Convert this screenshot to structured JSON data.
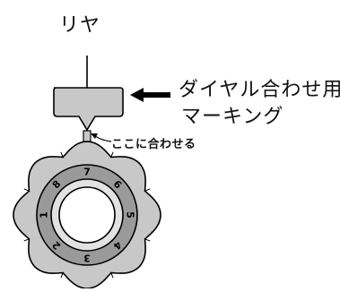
{
  "labels": {
    "rear": "リヤ",
    "marking_line1": "ダイヤル合わせ用",
    "marking_line2": "マーキング",
    "align_here": "ここに合わせる"
  },
  "dial": {
    "numbers": [
      "7",
      "6",
      "5",
      "4",
      "3",
      "2",
      "1",
      "8"
    ]
  },
  "colors": {
    "outer_gear": "#c8c8c8",
    "inner_ring": "#9a9a9a",
    "center_ring": "#e2e2e2",
    "center": "#ffffff",
    "marker": "#c8c8c8",
    "line": "#000000"
  }
}
